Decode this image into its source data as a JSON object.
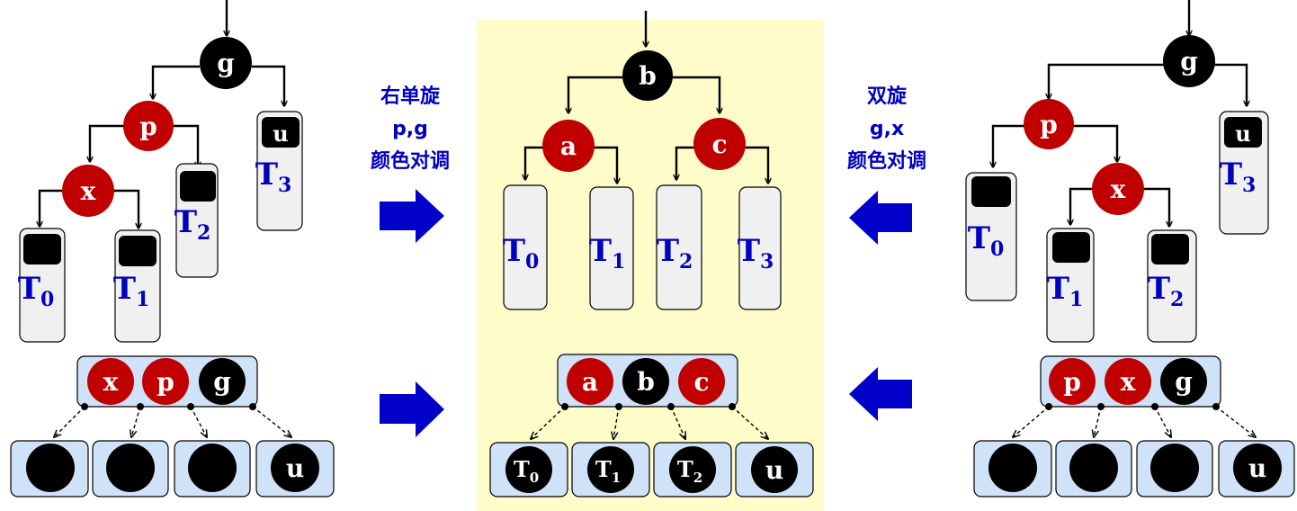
{
  "colors": {
    "red_node": "#c00000",
    "black_node": "#000000",
    "label_blue": "#0000c0",
    "arrow_blue": "#0000c8",
    "subtree_fill": "#f0f0f0",
    "highlight_bg": "#fefcc8",
    "bnode_fill": "#cfe2f8"
  },
  "left": {
    "g": "g",
    "p": "p",
    "x": "x",
    "u": "u",
    "t0": "T",
    "t0_sub": "0",
    "t1": "T",
    "t1_sub": "1",
    "t2": "T",
    "t2_sub": "2",
    "t3": "T",
    "t3_sub": "3",
    "bnode": [
      "x",
      "p",
      "g"
    ],
    "children": [
      "",
      "",
      "",
      "u"
    ]
  },
  "center": {
    "b": "b",
    "a": "a",
    "c": "c",
    "t0": "T",
    "t0_sub": "0",
    "t1": "T",
    "t1_sub": "1",
    "t2": "T",
    "t2_sub": "2",
    "t3": "T",
    "t3_sub": "3",
    "bnode": [
      "a",
      "b",
      "c"
    ],
    "children": [
      {
        "main": "T",
        "sub": "0"
      },
      {
        "main": "T",
        "sub": "1"
      },
      {
        "main": "T",
        "sub": "2"
      },
      {
        "main": "u",
        "sub": ""
      }
    ]
  },
  "right": {
    "g": "g",
    "p": "p",
    "x": "x",
    "u": "u",
    "t0": "T",
    "t0_sub": "0",
    "t1": "T",
    "t1_sub": "1",
    "t2": "T",
    "t2_sub": "2",
    "t3": "T",
    "t3_sub": "3",
    "bnode": [
      "p",
      "x",
      "g"
    ],
    "children": [
      "",
      "",
      "",
      "u"
    ]
  },
  "captions": {
    "left": [
      "右单旋",
      "p,g",
      "颜色对调"
    ],
    "right": [
      "双旋",
      "g,x",
      "颜色对调"
    ]
  },
  "icons": {
    "arrow_right": "arrow-right-icon",
    "arrow_left": "arrow-left-icon"
  }
}
